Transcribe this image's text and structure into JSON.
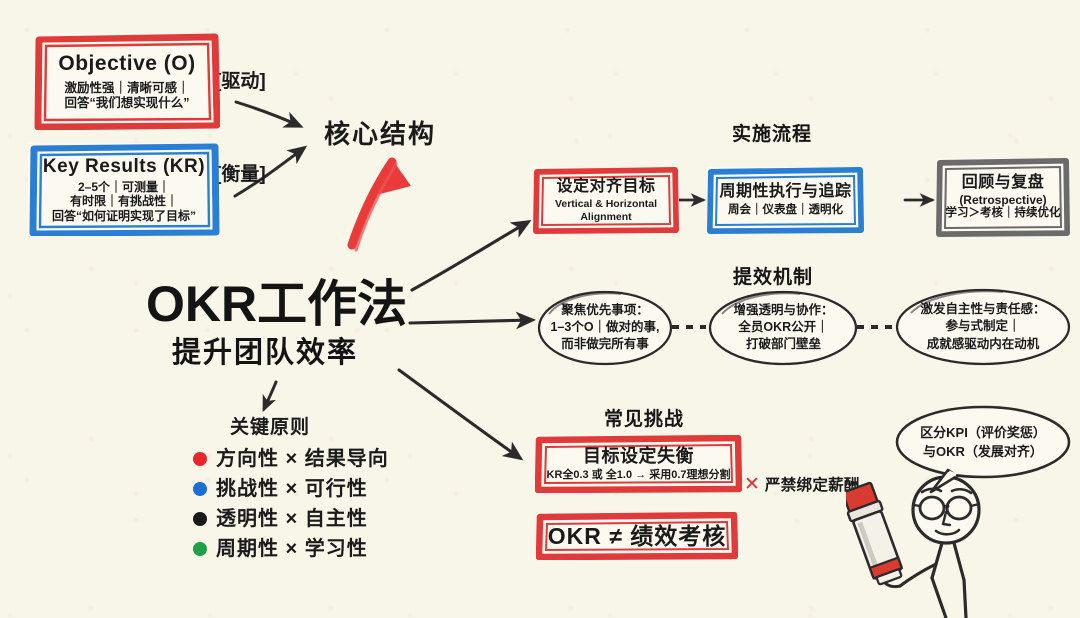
{
  "meta": {
    "bg_color": "#f8f5e9",
    "ink_color": "#1b1b1b",
    "red": "#e03b3b",
    "blue": "#2a7fd4",
    "gray": "#6b6b6b",
    "green": "#24a148"
  },
  "core": {
    "label": "核心结构",
    "drive_tag": "[驱动]",
    "measure_tag": "[衡量]"
  },
  "objective": {
    "title": "Objective (O)",
    "line1": "激励性强｜清晰可感｜",
    "line2": "回答“我们想实现什么”",
    "color": "#e03b3b"
  },
  "key_results": {
    "title": "Key Results (KR)",
    "line1": "2–5个｜可测量｜",
    "line2": "有时限｜有挑战性｜",
    "line3": "回答“如何证明实现了目标”",
    "color": "#2a7fd4"
  },
  "main": {
    "title": "OKR工作法",
    "subtitle": "提升团队效率"
  },
  "principles": {
    "heading": "关键原则",
    "items": [
      {
        "text": "方向性 × 结果导向",
        "dot": "#e8262b"
      },
      {
        "text": "挑战性 × 可行性",
        "dot": "#1b6fd4"
      },
      {
        "text": "透明性 × 自主性",
        "dot": "#1a1a1a"
      },
      {
        "text": "周期性 × 学习性",
        "dot": "#1fa14a"
      }
    ]
  },
  "process": {
    "heading": "实施流程",
    "steps": [
      {
        "title": "设定对齐目标",
        "sub1": "Vertical & Horizontal",
        "sub2": "Alignment",
        "color": "#e03b3b"
      },
      {
        "title": "周期性执行与追踪",
        "sub1": "周会｜仪表盘｜透明化",
        "sub2": "",
        "color": "#2a7fd4"
      },
      {
        "title": "回顾与复盘",
        "sub1": "(Retrospective)",
        "sub2": "学习＞考核｜持续优化",
        "color": "#6b6b6b"
      }
    ]
  },
  "mechanism": {
    "heading": "提效机制",
    "items": [
      {
        "line1": "聚焦优先事项：",
        "line2": "1–3个O｜做对的事,",
        "line3": "而非做完所有事"
      },
      {
        "line1": "增强透明与协作：",
        "line2": "全员OKR公开｜",
        "line3": "打破部门壁垒"
      },
      {
        "line1": "激发自主性与责任感：",
        "line2": "参与式制定｜",
        "line3": "成就感驱动内在动机"
      }
    ]
  },
  "challenges": {
    "heading": "常见挑战",
    "box1": {
      "title": "目标设定失衡",
      "sub": "KR全0.3 或 全1.0 → 采用0.7理想分割",
      "color": "#e03b3b"
    },
    "box2": {
      "title": "OKR ≠ 绩效考核",
      "color": "#e03b3b"
    },
    "warning": {
      "mark": "✕",
      "text": "严禁绑定薪酬",
      "mark_color": "#e03030"
    }
  },
  "kpi_bubble": {
    "line1": "区分KPI（评价奖惩）",
    "line2": "与OKR（发展对齐）"
  },
  "figure": {
    "name": "stick-figure-with-marker",
    "marker_color": "#d93b30"
  }
}
